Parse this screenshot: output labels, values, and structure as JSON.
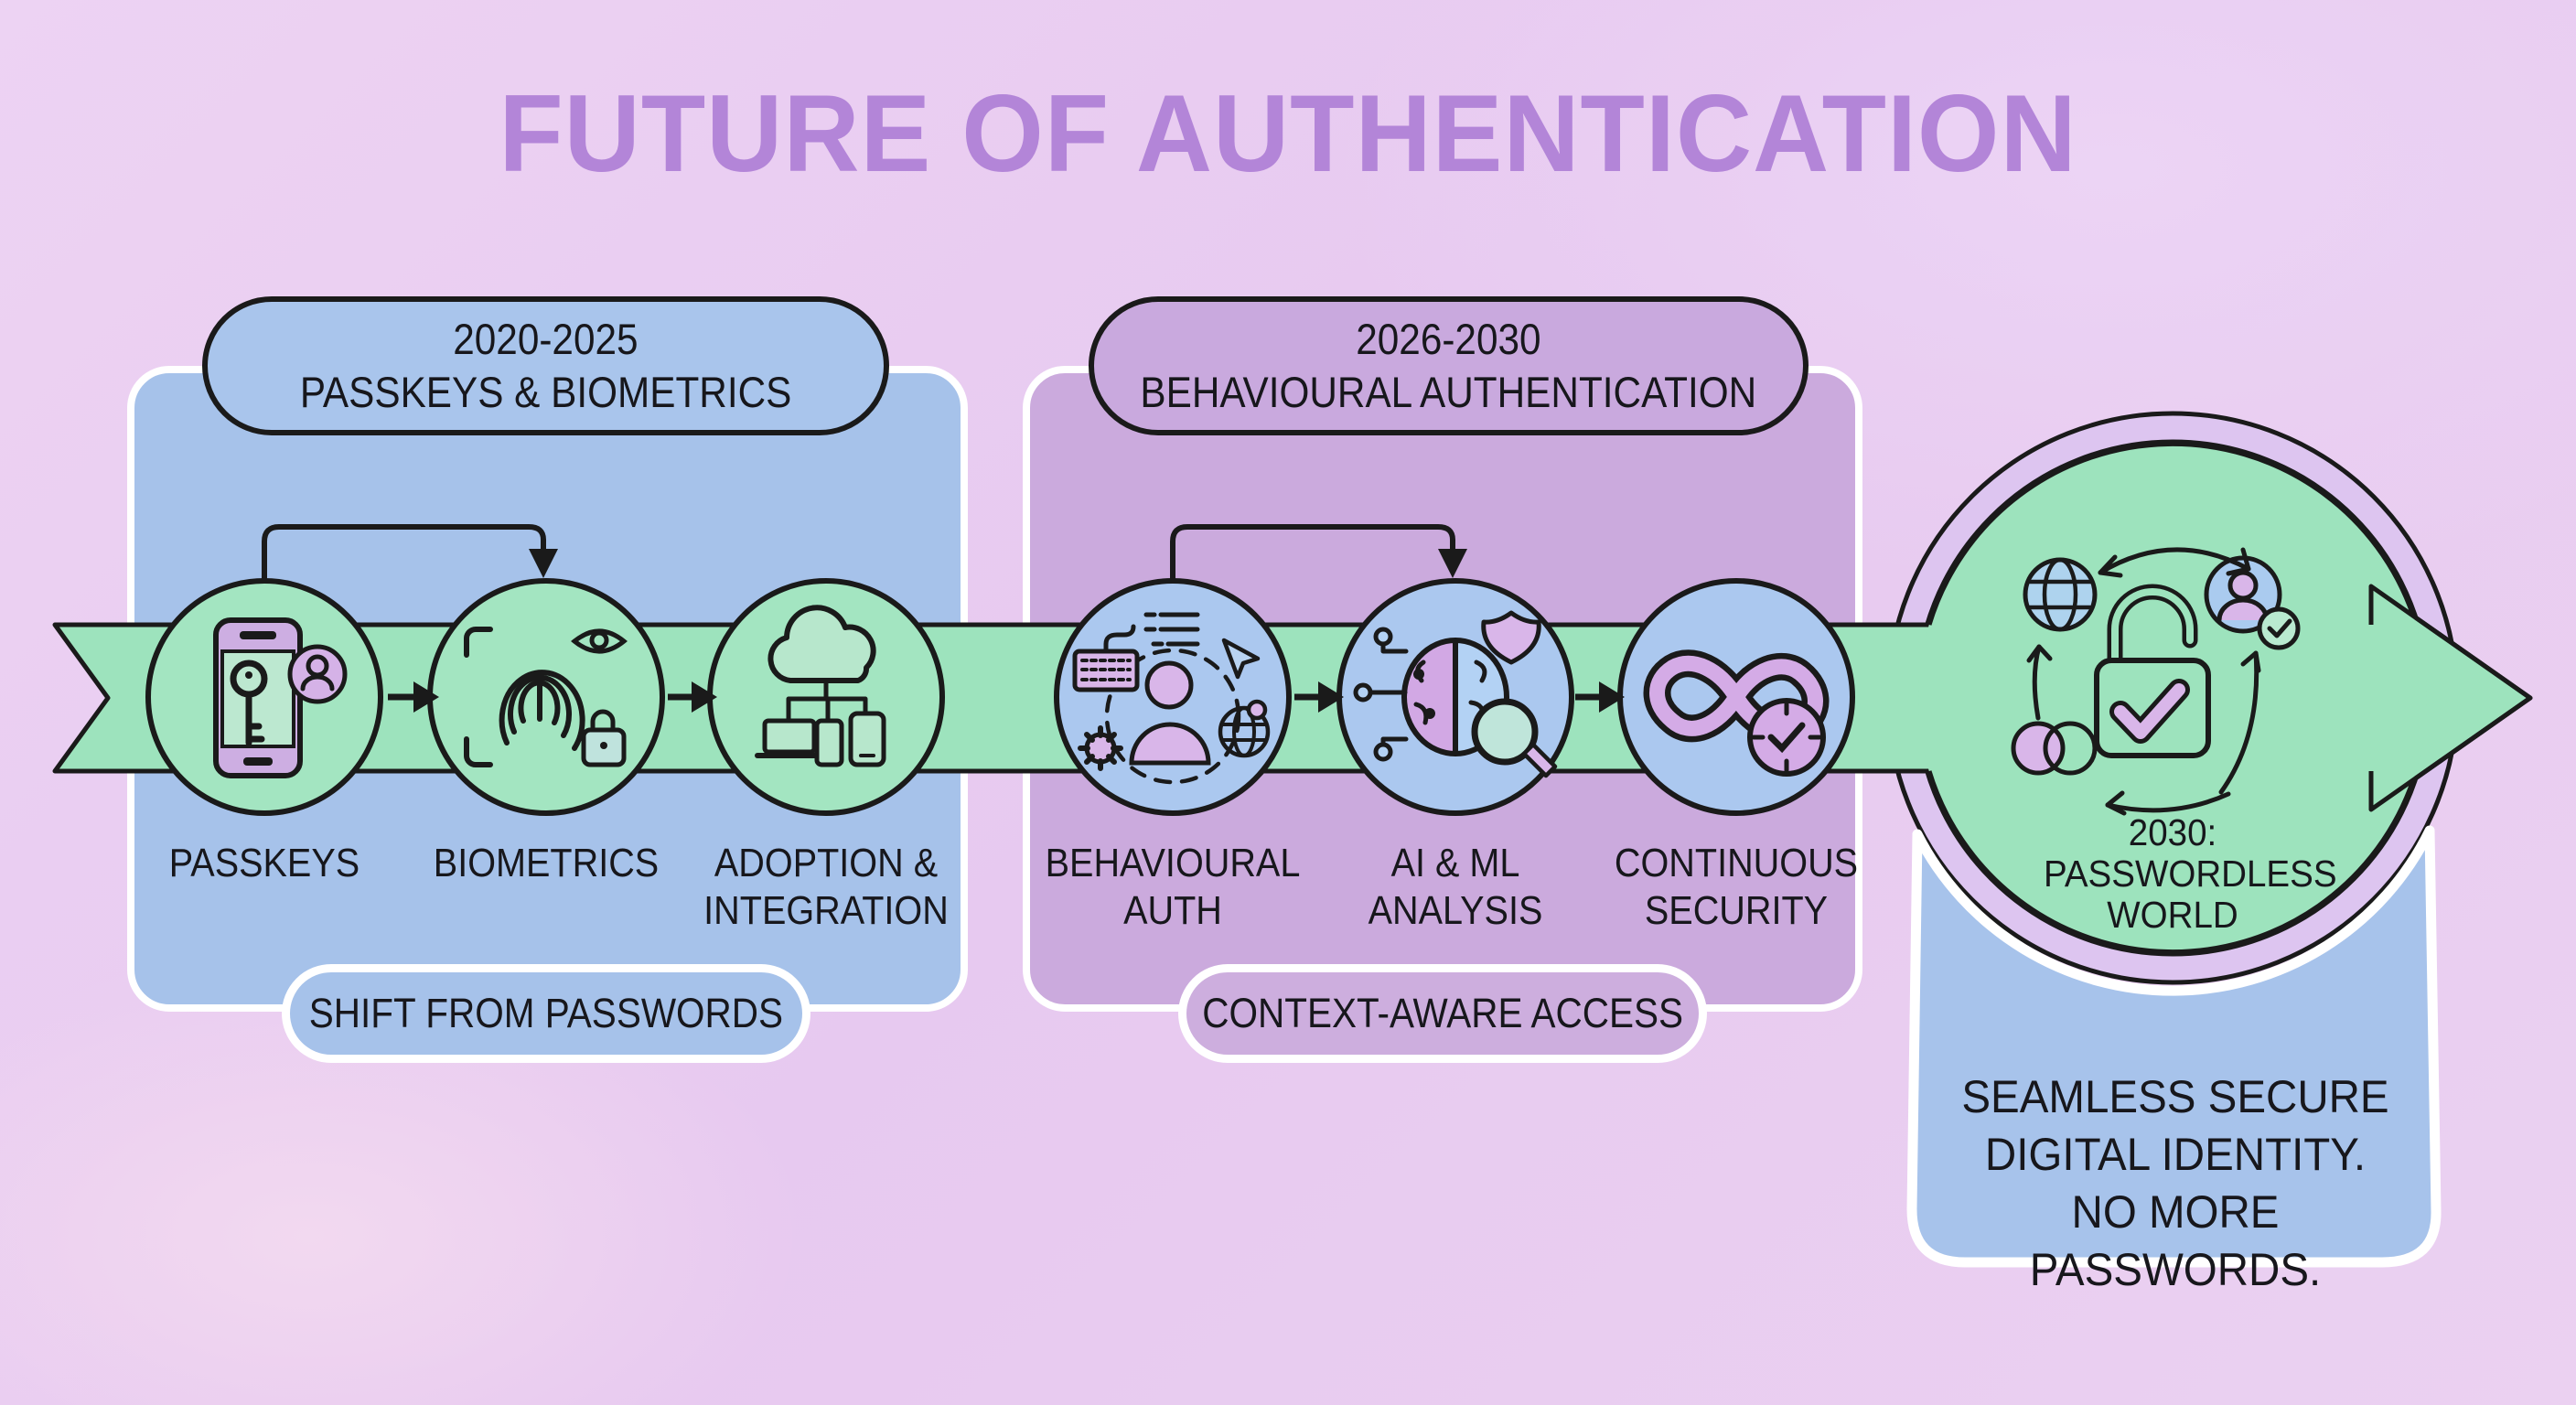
{
  "title": "FUTURE OF AUTHENTICATION",
  "palette": {
    "background": "#e9cdf1",
    "title_text": "#b385d8",
    "panel_blue": "#a6c2ea",
    "panel_purple": "#cbaadd",
    "band_green": "#9de3bd",
    "circle_green": "#a3e5c1",
    "circle_blue": "#abc8ef",
    "ring_lavender": "#ddc5f0",
    "outline_black": "#1a1a1a",
    "border_white": "#ffffff",
    "icon_purple": "#d5b0e6",
    "icon_blue": "#aed3ee",
    "icon_green": "#bfe9d4",
    "text_dark": "#17171c"
  },
  "phases": [
    {
      "period": "2020-2025",
      "name": "PASSKEYS & BIOMETRICS",
      "tagline": "SHIFT FROM PASSWORDS",
      "steps": [
        {
          "lines": [
            "PASSKEYS"
          ],
          "icon": "smartphone-passkey-icon"
        },
        {
          "lines": [
            "BIOMETRICS"
          ],
          "icon": "fingerprint-eye-lock-icon"
        },
        {
          "lines": [
            "ADOPTION &",
            "INTEGRATION"
          ],
          "icon": "cloud-devices-icon"
        }
      ]
    },
    {
      "period": "2026-2030",
      "name": "BEHAVIOURAL AUTHENTICATION",
      "tagline": "CONTEXT-AWARE ACCESS",
      "steps": [
        {
          "lines": [
            "BEHAVIOURAL",
            "AUTH"
          ],
          "icon": "user-behaviour-icon"
        },
        {
          "lines": [
            "AI & ML",
            "ANALYSIS"
          ],
          "icon": "ai-brain-icon"
        },
        {
          "lines": [
            "CONTINUOUS",
            "SECURITY"
          ],
          "icon": "infinity-clock-icon"
        }
      ]
    }
  ],
  "finale": {
    "world_lines": [
      "2030:",
      "PASSWORDLESS",
      "WORLD"
    ],
    "summary_lines": [
      "SEAMLESS SECURE",
      "DIGITAL IDENTITY.",
      "NO MORE PASSWORDS."
    ],
    "icon": "open-padlock-check-icon"
  }
}
